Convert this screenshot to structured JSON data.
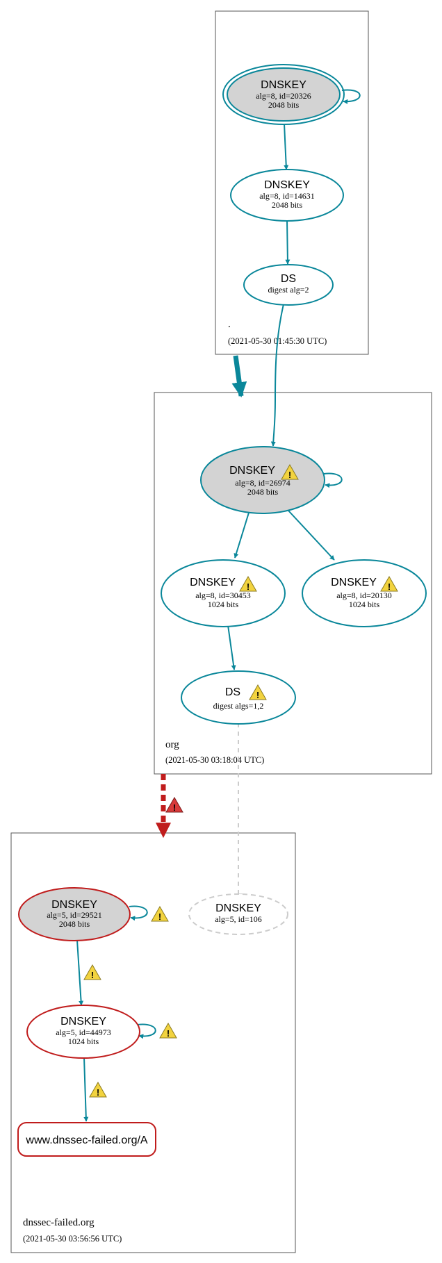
{
  "colors": {
    "teal": "#0a879a",
    "red": "#c01c1c",
    "gray_fill": "#d3d3d3",
    "dashed": "#cccccc",
    "warn_yellow": "#f2d33f",
    "warn_red": "#d83a3a"
  },
  "zones": {
    "root": {
      "label": ".",
      "timestamp": "(2021-05-30 01:45:30 UTC)"
    },
    "org": {
      "label": "org",
      "timestamp": "(2021-05-30 03:18:04 UTC)"
    },
    "failed": {
      "label": "dnssec-failed.org",
      "timestamp": "(2021-05-30 03:56:56 UTC)"
    }
  },
  "nodes": {
    "root_ksk": {
      "title": "DNSKEY",
      "line1": "alg=8, id=20326",
      "line2": "2048 bits"
    },
    "root_zsk": {
      "title": "DNSKEY",
      "line1": "alg=8, id=14631",
      "line2": "2048 bits"
    },
    "root_ds": {
      "title": "DS",
      "line1": "digest alg=2"
    },
    "org_ksk": {
      "title": "DNSKEY",
      "line1": "alg=8, id=26974",
      "line2": "2048 bits"
    },
    "org_zsk1": {
      "title": "DNSKEY",
      "line1": "alg=8, id=30453",
      "line2": "1024 bits"
    },
    "org_zsk2": {
      "title": "DNSKEY",
      "line1": "alg=8, id=20130",
      "line2": "1024 bits"
    },
    "org_ds": {
      "title": "DS",
      "line1": "digest algs=1,2"
    },
    "failed_ksk": {
      "title": "DNSKEY",
      "line1": "alg=5, id=29521",
      "line2": "2048 bits"
    },
    "failed_missing": {
      "title": "DNSKEY",
      "line1": "alg=5, id=106"
    },
    "failed_zsk": {
      "title": "DNSKEY",
      "line1": "alg=5, id=44973",
      "line2": "1024 bits"
    },
    "failed_rrset": {
      "title": "www.dnssec-failed.org/A"
    }
  },
  "warning_icons": {
    "icon": "warning-triangle-icon",
    "mark": "!"
  }
}
